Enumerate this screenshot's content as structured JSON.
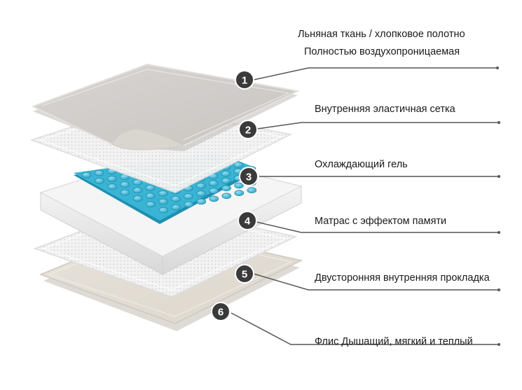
{
  "layers": [
    {
      "number": "1",
      "lines": [
        "Льняная ткань / хлопковое полотно",
        "Полностью воздухопроницаемая"
      ]
    },
    {
      "number": "2",
      "lines": [
        "Внутренняя эластичная сетка"
      ]
    },
    {
      "number": "3",
      "lines": [
        "Охлаждающий гель"
      ]
    },
    {
      "number": "4",
      "lines": [
        "Матрас с эффектом памяти"
      ]
    },
    {
      "number": "5",
      "lines": [
        "Двусторонняя внутренняя прокладка"
      ]
    },
    {
      "number": "6",
      "lines": [
        "Флис Дышащий, мягкий и теплый"
      ]
    }
  ],
  "colors": {
    "badge": "#3a3a3a",
    "badge_text": "#ffffff",
    "leader_line": "#555555",
    "gel": "#3fb6d4",
    "fabric": "#dcd9d5",
    "mesh": "#eeeeee",
    "foam": "#f2f2f2",
    "fleece": "#e4dfd6"
  }
}
